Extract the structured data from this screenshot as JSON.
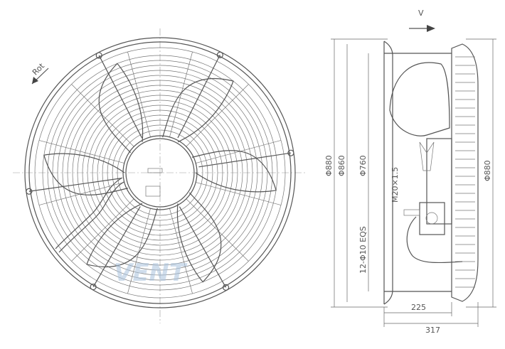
{
  "labels": {
    "rotation": "Rot",
    "view": "V",
    "dim_d880_left": "Φ880",
    "dim_d860": "Φ860",
    "dim_d760": "Φ760",
    "dim_thread": "M20×1.5",
    "dim_holes": "12-Φ10 EQS",
    "dim_d880_right": "Φ880",
    "dim_depth_225": "225",
    "dim_depth_317": "317"
  },
  "watermark": "VENT",
  "colors": {
    "line": "#555555",
    "dim": "#666666",
    "watermark": "#a9c3de"
  }
}
